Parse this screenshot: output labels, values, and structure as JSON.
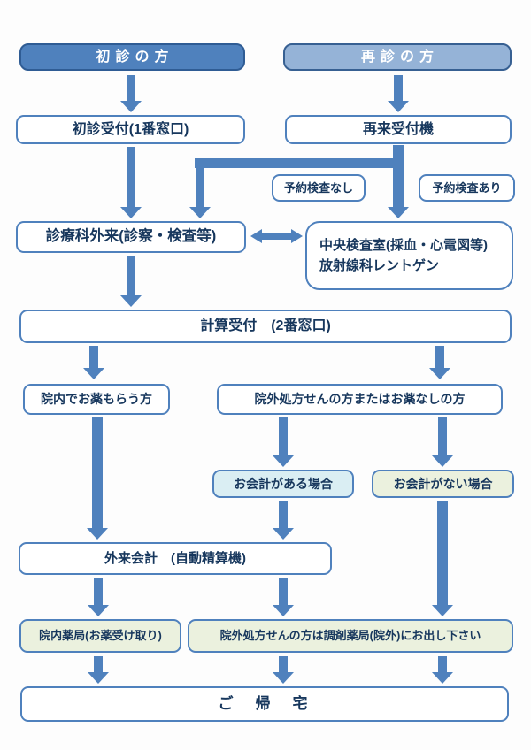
{
  "colors": {
    "arrow_blue": "#4f81bd",
    "header_dark_fill": "#4f81bd",
    "header_dark_border": "#2f5c94",
    "header_light_fill": "#95b3d7",
    "box_border": "#4f81bd",
    "text_navy": "#17375d",
    "payment_yes_fill": "#daeef3",
    "payment_no_fill": "#ebf1de",
    "pharmacy_fill": "#ebf1de"
  },
  "nodes": {
    "first_visit_header": "初診の方",
    "revisit_header": "再診の方",
    "first_reception": "初診受付(1番窓口)",
    "revisit_machine": "再来受付機",
    "no_reserved_exam": "予約検査なし",
    "reserved_exam": "予約検査あり",
    "clinic_outpatient": "診療科外来(診察・検査等)",
    "central_lab_line1": "中央検査室(採血・心電図等)",
    "central_lab_line2": "放射線科レントゲン",
    "calc_reception": "計算受付　(2番窓口)",
    "inhospital_medicine": "院内でお薬もらう方",
    "external_prescription": "院外処方せんの方またはお薬なしの方",
    "payment_yes": "お会計がある場合",
    "payment_no": "お会計がない場合",
    "outpatient_cashier": "外来会計　(自動精算機)",
    "inhospital_pharmacy": "院内薬局(お薬受け取り)",
    "external_pharmacy": "院外処方せんの方は調剤薬局(院外)にお出し下さい",
    "go_home": "ご　帰　宅"
  }
}
